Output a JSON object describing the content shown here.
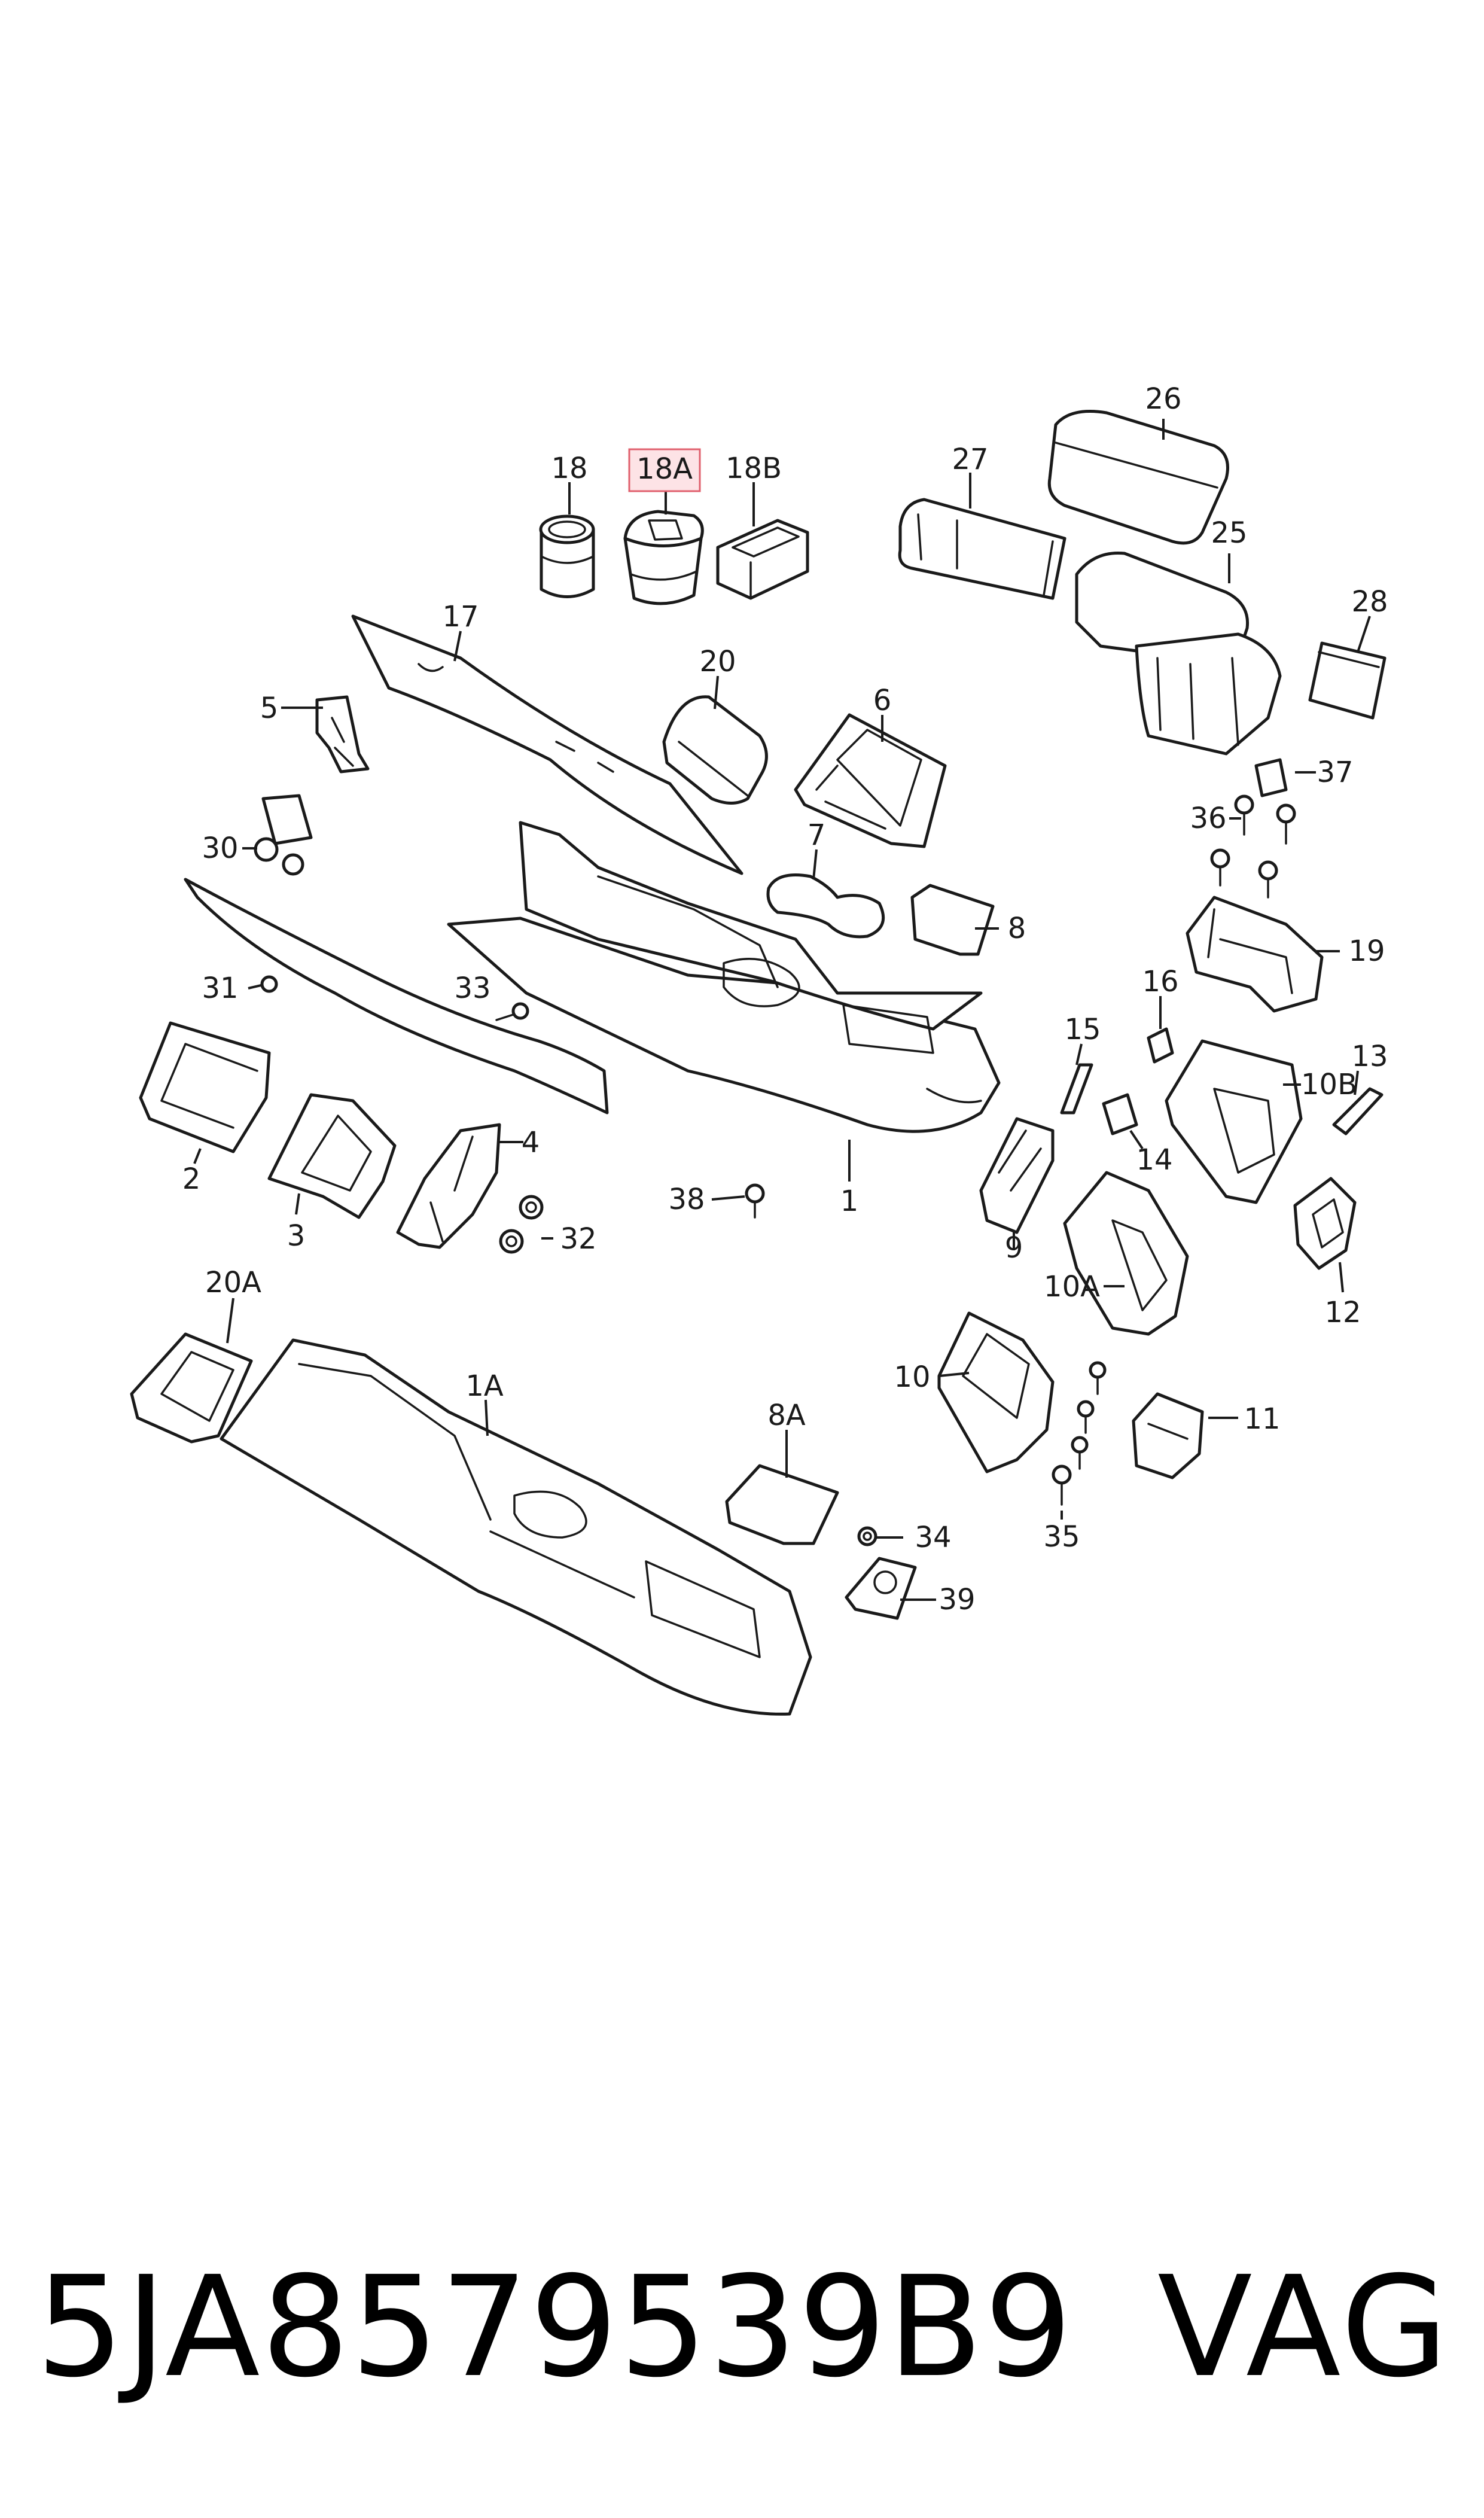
{
  "diagram": {
    "highlight_color": "#fde3e6",
    "highlight_stroke": "#e0606e",
    "highlighted_callout": "18A",
    "callouts": {
      "c18": "18",
      "c18A": "18A",
      "c18B": "18B",
      "c27": "27",
      "c26": "26",
      "c25": "25",
      "c28": "28",
      "c17": "17",
      "c20": "20",
      "c6": "6",
      "c5": "5",
      "c37": "37",
      "c36": "36",
      "c30": "30",
      "c7": "7",
      "c8": "8",
      "c19": "19",
      "c31": "31",
      "c33": "33",
      "c16": "16",
      "c15": "15",
      "c13": "13",
      "c10B": "10B",
      "c14": "14",
      "c2": "2",
      "c4": "4",
      "c1": "1",
      "c9": "9",
      "c38": "38",
      "c3": "3",
      "c32": "32",
      "c10A": "10A",
      "c12": "12",
      "c20A": "20A",
      "c1A": "1A",
      "c10": "10",
      "c11": "11",
      "c8A": "8A",
      "c34": "34",
      "c35": "35",
      "c39": "39"
    }
  },
  "footer": {
    "part_number": "5JA8579539B9",
    "brand": "VAG"
  }
}
